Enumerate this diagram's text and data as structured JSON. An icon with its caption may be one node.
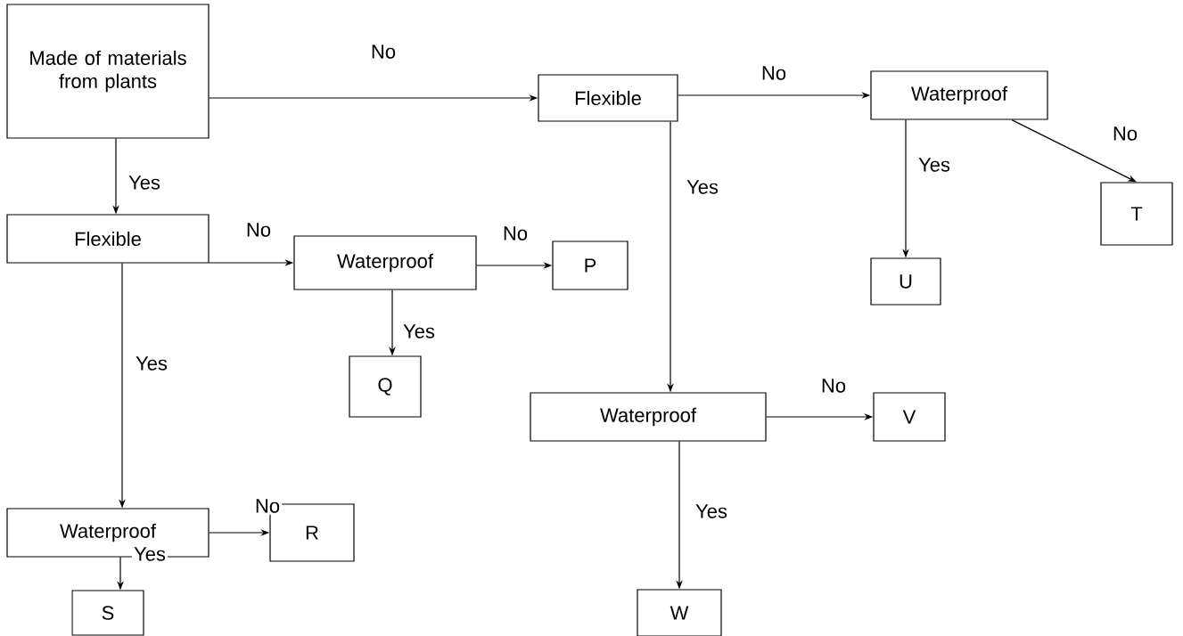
{
  "diagram": {
    "nodes": [
      {
        "text": [
          "Made of materials from plants"
        ]
      },
      {
        "text": [
          "Flexible"
        ]
      },
      {
        "text": [
          "Waterproof"
        ]
      },
      {
        "text": [
          "T"
        ]
      },
      {
        "text": [
          "Flexible"
        ]
      },
      {
        "text": [
          "Waterproof"
        ]
      },
      {
        "text": [
          "P"
        ]
      },
      {
        "text": [
          "U"
        ]
      },
      {
        "text": [
          "Q"
        ]
      },
      {
        "text": [
          "Waterproof"
        ]
      },
      {
        "text": [
          "V"
        ]
      },
      {
        "text": [
          "Waterproof"
        ]
      },
      {
        "text": [
          "R"
        ]
      },
      {
        "text": [
          "S"
        ]
      },
      {
        "text": [
          "W"
        ]
      }
    ],
    "edges": [
      {
        "from": 0,
        "to": 1,
        "arrow": "to",
        "label": "No"
      },
      {
        "from": 1,
        "to": 2,
        "arrow": "to",
        "label": "No"
      },
      {
        "from": 2,
        "to": 3,
        "arrow": "to",
        "label": "No"
      },
      {
        "from": 2,
        "to": 7,
        "arrow": "to",
        "label": "Yes"
      },
      {
        "from": 0,
        "to": 4,
        "arrow": "to",
        "label": "Yes"
      },
      {
        "from": 4,
        "to": 5,
        "arrow": "to",
        "label": "No"
      },
      {
        "from": 5,
        "to": 6,
        "arrow": "to",
        "label": "No"
      },
      {
        "from": 5,
        "to": 8,
        "arrow": "to",
        "label": "Yes"
      },
      {
        "from": 1,
        "to": 9,
        "arrow": "to",
        "label": "Yes"
      },
      {
        "from": 9,
        "to": 10,
        "arrow": "to",
        "label": "No"
      },
      {
        "from": 4,
        "to": 11,
        "arrow": "to",
        "label": "Yes"
      },
      {
        "from": 11,
        "to": 12,
        "arrow": "to",
        "label": "No"
      },
      {
        "from": 11,
        "to": 13,
        "arrow": "to",
        "label": "Yes"
      },
      {
        "from": 9,
        "to": 14,
        "arrow": "to",
        "label": "Yes"
      }
    ]
  }
}
